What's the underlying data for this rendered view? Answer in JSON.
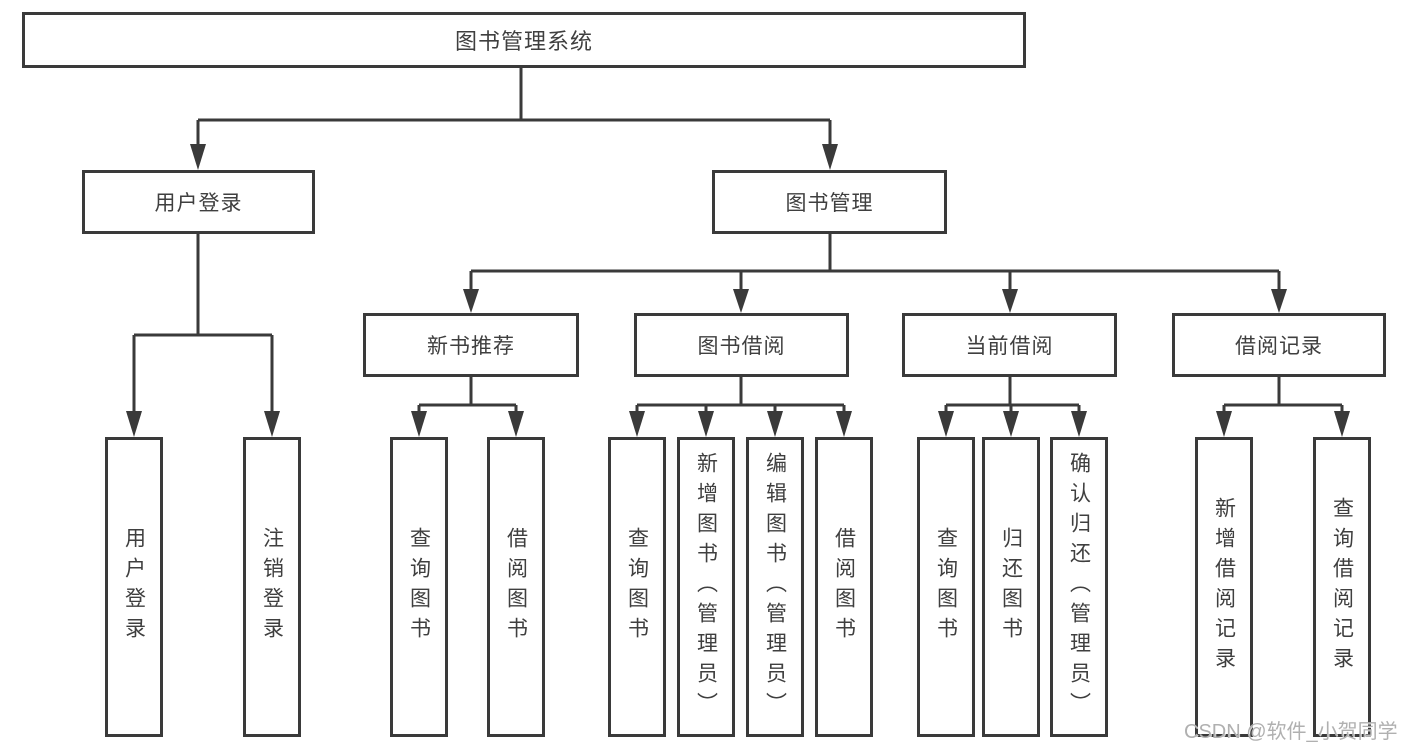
{
  "tree": {
    "root": {
      "label": "图书管理系统"
    },
    "branches": [
      {
        "label": "用户登录",
        "children": [
          {
            "label": "用户登录"
          },
          {
            "label": "注销登录"
          }
        ]
      },
      {
        "label": "图书管理",
        "children": [
          {
            "label": "新书推荐",
            "children": [
              {
                "label": "查询图书"
              },
              {
                "label": "借阅图书"
              }
            ]
          },
          {
            "label": "图书借阅",
            "children": [
              {
                "label": "查询图书"
              },
              {
                "label": "新增图书（管理员）"
              },
              {
                "label": "编辑图书（管理员）"
              },
              {
                "label": "借阅图书"
              }
            ]
          },
          {
            "label": "当前借阅",
            "children": [
              {
                "label": "查询图书"
              },
              {
                "label": "归还图书"
              },
              {
                "label": "确认归还（管理员）"
              }
            ]
          },
          {
            "label": "借阅记录",
            "children": [
              {
                "label": "新增借阅记录"
              },
              {
                "label": "查询借阅记录"
              }
            ]
          }
        ]
      }
    ]
  },
  "watermark": "CSDN @软件_小贺同学",
  "colors": {
    "line": "#3a3a3a",
    "text": "#3f3f3f",
    "background": "#ffffff",
    "watermark": "#b0b0b0"
  }
}
